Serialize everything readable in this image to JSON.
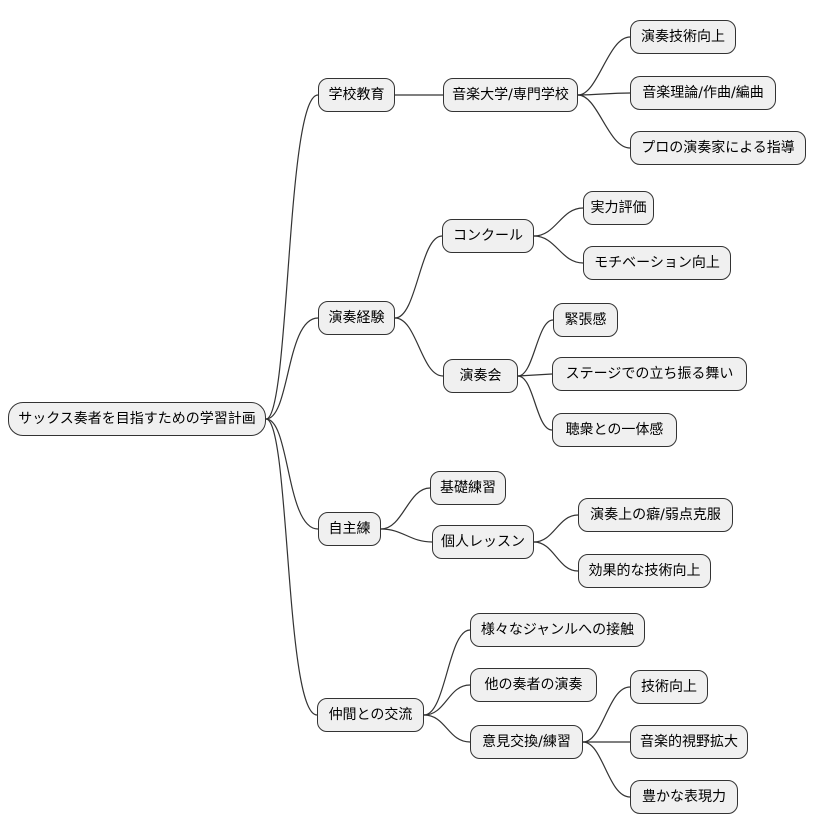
{
  "diagram": {
    "type": "mindmap",
    "root": {
      "label": "サックス奏者を目指すための学習計画"
    },
    "branches": [
      {
        "label": "学校教育",
        "children": [
          {
            "label": "音楽大学/専門学校",
            "children": [
              {
                "label": "演奏技術向上"
              },
              {
                "label": "音楽理論/作曲/編曲"
              },
              {
                "label": "プロの演奏家による指導"
              }
            ]
          }
        ]
      },
      {
        "label": "演奏経験",
        "children": [
          {
            "label": "コンクール",
            "children": [
              {
                "label": "実力評価"
              },
              {
                "label": "モチベーション向上"
              }
            ]
          },
          {
            "label": "演奏会",
            "children": [
              {
                "label": "緊張感"
              },
              {
                "label": "ステージでの立ち振る舞い"
              },
              {
                "label": "聴衆との一体感"
              }
            ]
          }
        ]
      },
      {
        "label": "自主練",
        "children": [
          {
            "label": "基礎練習"
          },
          {
            "label": "個人レッスン",
            "children": [
              {
                "label": "演奏上の癖/弱点克服"
              },
              {
                "label": "効果的な技術向上"
              }
            ]
          }
        ]
      },
      {
        "label": "仲間との交流",
        "children": [
          {
            "label": "様々なジャンルへの接触"
          },
          {
            "label": "他の奏者の演奏"
          },
          {
            "label": "意見交換/練習",
            "children": [
              {
                "label": "技術向上"
              },
              {
                "label": "音楽的視野拡大"
              },
              {
                "label": "豊かな表現力"
              }
            ]
          }
        ]
      }
    ],
    "colors": {
      "node_fill": "#f0f0f0",
      "node_border": "#333333",
      "edge": "#333333",
      "text": "#000000",
      "background": "#ffffff"
    }
  }
}
